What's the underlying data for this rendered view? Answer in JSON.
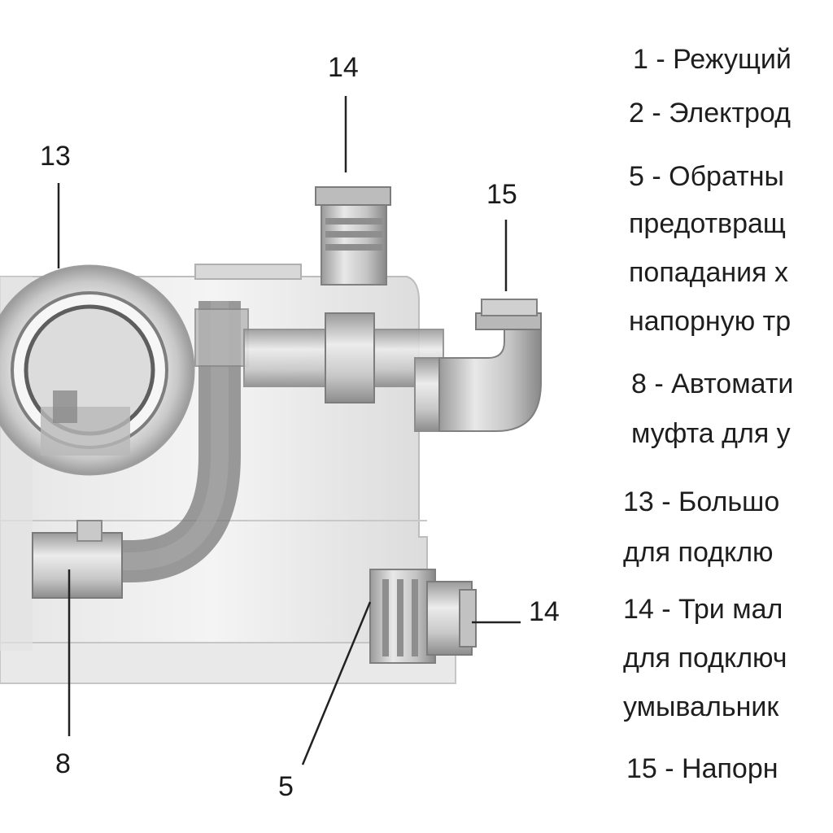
{
  "callouts": {
    "c14_top": "14",
    "c13": "13",
    "c15": "15",
    "c14_right": "14",
    "c8": "8",
    "c5": "5"
  },
  "legend": [
    "1 - Режущий",
    "2 - Электрод",
    "5 - Обратны",
    "предотвращ",
    "попадания х",
    "напорную тр",
    "8 - Автомати",
    "муфта для у",
    "13 - Большо",
    "для подклю",
    "14 - Три мал",
    "для подключ",
    "умывальник",
    "15 - Напорн"
  ]
}
